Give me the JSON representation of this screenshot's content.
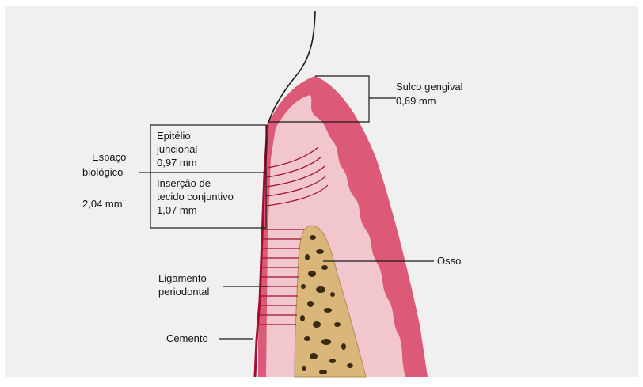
{
  "labels": {
    "sulco_line1": "Sulco gengival",
    "sulco_line2": "0,69 mm",
    "epitelio_line1": "Epitélio",
    "epitelio_line2": "juncional",
    "epitelio_line3": "0,97 mm",
    "insercao_line1": "Inserção de",
    "insercao_line2": "tecido conjuntivo",
    "insercao_line3": "1,07 mm",
    "espaco_line1": "Espaço",
    "espaco_line2": "biológico",
    "espaco_value": "2,04 mm",
    "osso": "Osso",
    "ligamento_line1": "Ligamento",
    "ligamento_line2": "periodontal",
    "cemento": "Cemento"
  },
  "colors": {
    "background": "#ffffff",
    "panel": "#f0f0f0",
    "gingiva_outer": "#dc5a78",
    "gingiva_inner": "#f2c6cd",
    "bone": "#d9b77a",
    "bone_pores": "#3a2a14",
    "tooth_edge": "#a0102c",
    "ink": "#141414"
  }
}
